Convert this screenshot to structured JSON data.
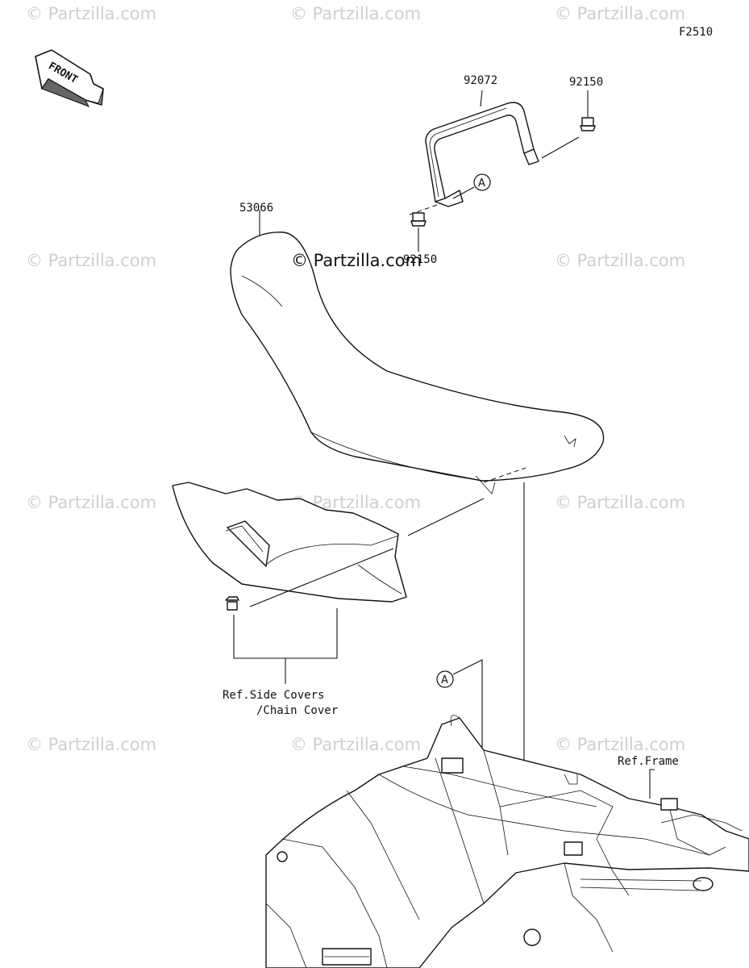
{
  "figure_code": "F2510",
  "front_label": "FRONT",
  "watermark_text": "© Partzilla.com",
  "center_watermark_text": "© Partzilla.com",
  "parts": {
    "seat": "53066",
    "grab_bar": "92072",
    "bolt_right": "92150",
    "bolt_left": "92150"
  },
  "ref_labels": {
    "side_covers_line1": "Ref.Side Covers",
    "side_covers_line2": "/Chain Cover",
    "frame": "Ref.Frame"
  },
  "callouts": {
    "top": "A",
    "bottom": "A"
  }
}
